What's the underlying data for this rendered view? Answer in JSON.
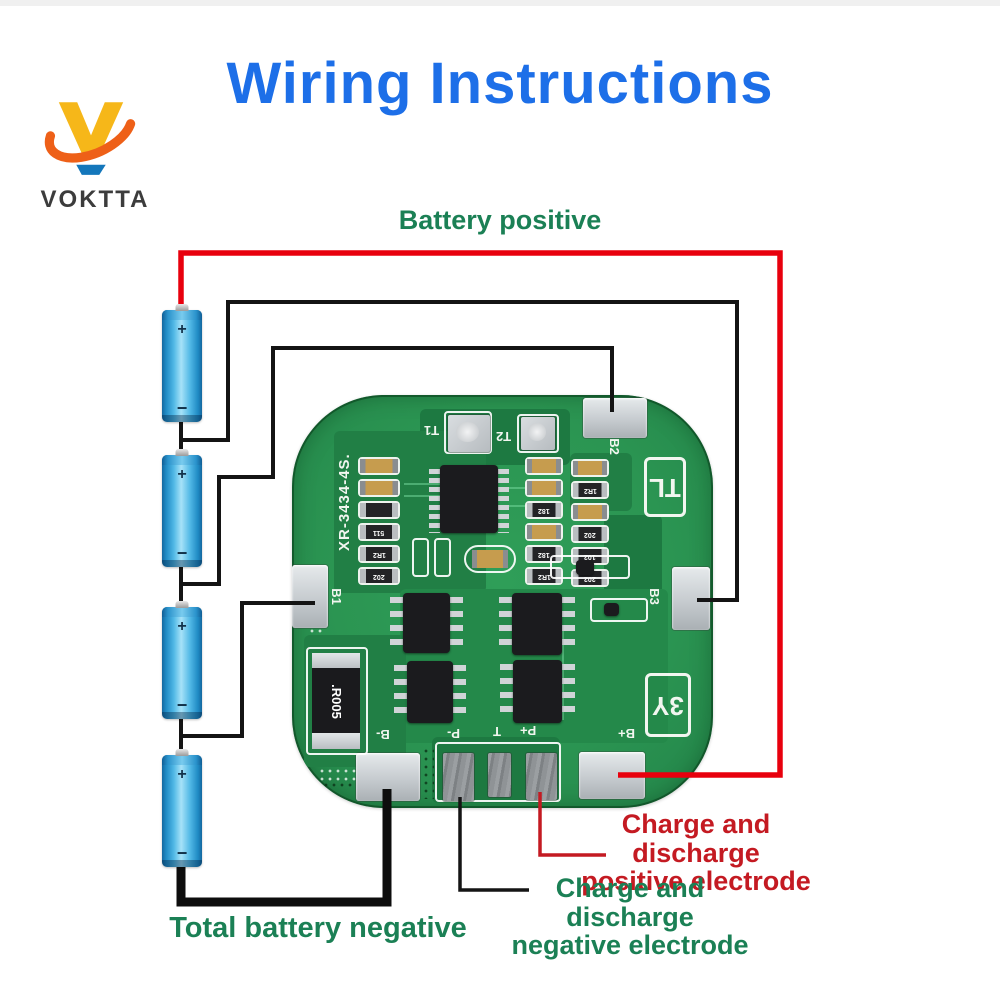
{
  "brand": {
    "name": "VOKTTA"
  },
  "title": "Wiring Instructions",
  "annotations": {
    "battery_positive": "Battery positive",
    "charge_discharge_positive_line1": "Charge and discharge",
    "charge_discharge_positive_line2": "positive electrode",
    "charge_discharge_negative_line1": "Charge and discharge",
    "charge_discharge_negative_line2": "negative electrode",
    "total_battery_negative": "Total battery negative"
  },
  "battery": {
    "positive_symbol": "+",
    "negative_symbol": "−"
  },
  "pcb": {
    "silkscreen": {
      "pad_t1": "T1",
      "pad_t2": "T2",
      "pad_b1": "B1",
      "pad_b2": "B2",
      "pad_b3": "B3",
      "pad_b_plus": "B+",
      "pad_b_minus": "B-",
      "pad_p_minus": "P-",
      "pad_t": "T",
      "pad_p_plus": "P+",
      "model_number": "XR-3434-4S.",
      "logo_tl": "TL",
      "logo_3y": "3Y"
    },
    "shunt_resistor_value": ".R005",
    "chip_values": {
      "v1": "511",
      "v2": "1R2",
      "v3": "202",
      "v4": "182",
      "v5": "102"
    }
  },
  "colors": {
    "title_blue": "#1d6fe8",
    "label_green": "#1b8055",
    "label_red": "#c41a22",
    "wire_red": "#e8000d",
    "wire_black": "#141414",
    "pcb_green": "#2b9552",
    "battery_blue": "#35a5dd",
    "logo_orange": "#ee6018",
    "logo_yellow": "#f6b719",
    "logo_blue_accent": "#1477bb"
  }
}
